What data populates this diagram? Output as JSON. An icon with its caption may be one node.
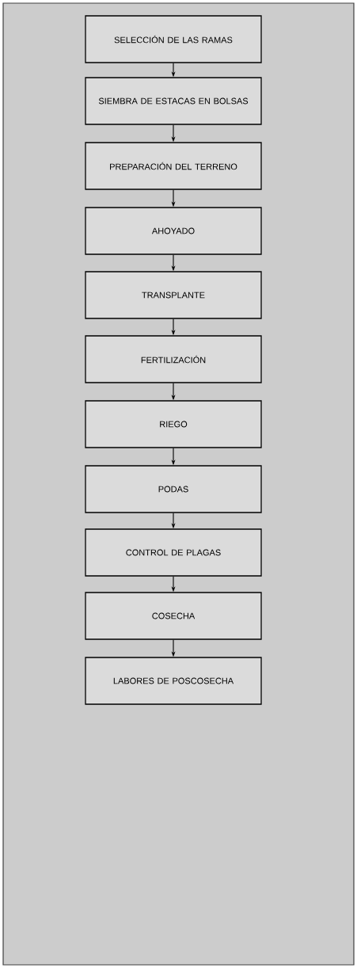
{
  "diagram": {
    "nodes": [
      {
        "text": [
          "SELECCIÓN  DE LAS RAMAS"
        ]
      },
      {
        "text": [
          "SIEMBRA  DE ESTACAS EN BOLSAS"
        ]
      },
      {
        "text": [
          "PREPARACIÓN DEL TERRENO"
        ]
      },
      {
        "text": [
          "AHOYADO"
        ]
      },
      {
        "text": [
          "TRANSPLANTE"
        ]
      },
      {
        "text": [
          "FERTILIZACIÓN"
        ]
      },
      {
        "text": [
          "RIEGO"
        ]
      },
      {
        "text": [
          "PODAS"
        ]
      },
      {
        "text": [
          "CONTROL DE PLAGAS"
        ]
      },
      {
        "text": [
          "COSECHA"
        ]
      },
      {
        "text": [
          "LABORES DE POSCOSECHA"
        ]
      }
    ],
    "edges": [
      {
        "from": 0,
        "to": 1,
        "arrow": "to"
      },
      {
        "from": 1,
        "to": 2,
        "arrow": "to"
      },
      {
        "from": 2,
        "to": 3,
        "arrow": "to"
      },
      {
        "from": 3,
        "to": 4,
        "arrow": "to"
      },
      {
        "from": 4,
        "to": 5,
        "arrow": "to"
      },
      {
        "from": 5,
        "to": 6,
        "arrow": "to"
      },
      {
        "from": 6,
        "to": 7,
        "arrow": "to"
      },
      {
        "from": 7,
        "to": 8,
        "arrow": "to"
      },
      {
        "from": 8,
        "to": 9,
        "arrow": "to"
      },
      {
        "from": 9,
        "to": 10,
        "arrow": "to"
      }
    ]
  }
}
